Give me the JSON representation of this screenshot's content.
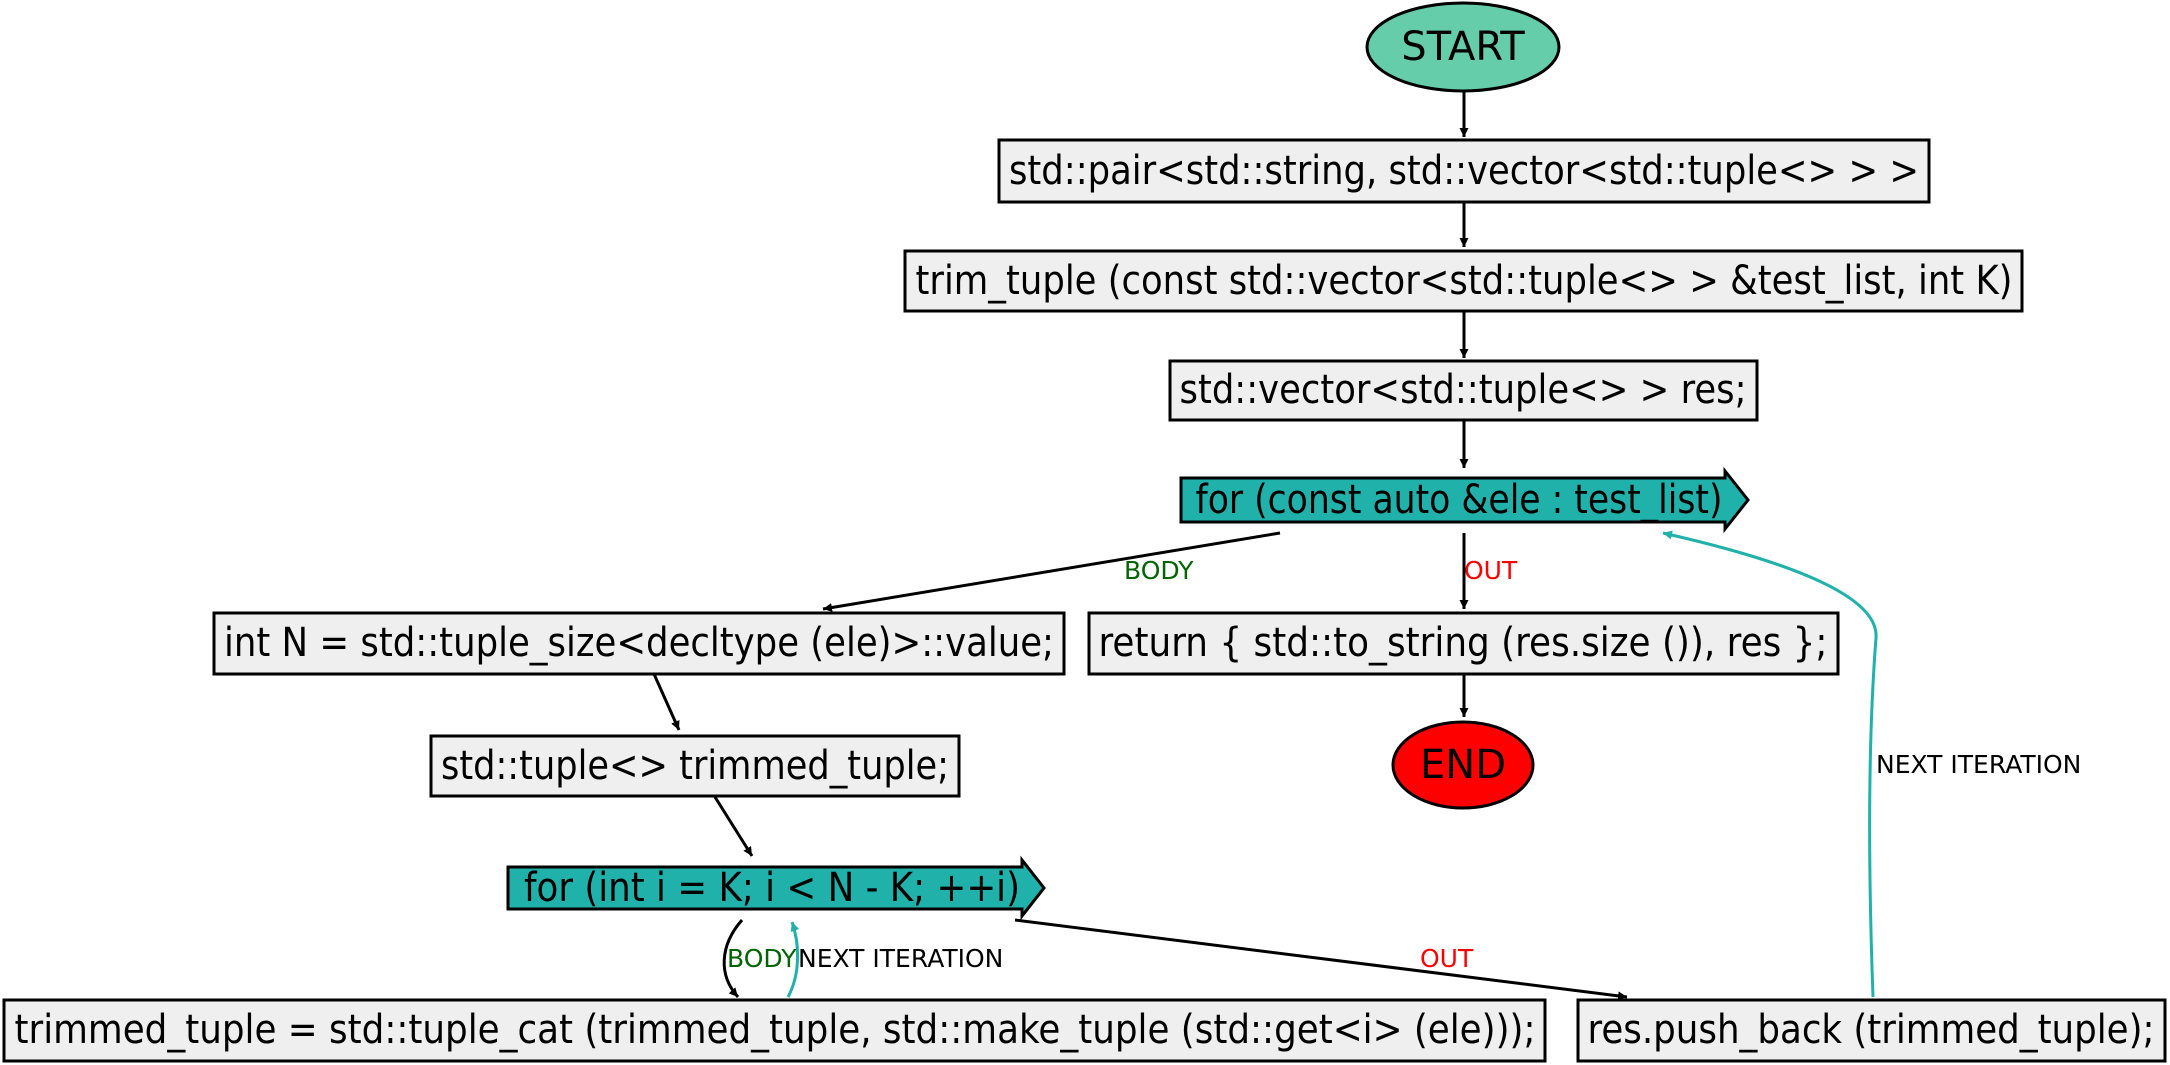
{
  "colors": {
    "start_fill": "#66cdaa",
    "end_fill": "#ff0000",
    "box_fill": "#efefef",
    "loop_fill": "#20b2aa",
    "edge_black": "#000000",
    "edge_teal": "#20b2aa",
    "label_body": "#006400",
    "label_out": "#ff0000",
    "label_next": "#000000"
  },
  "nodes": {
    "start": "START",
    "end": "END",
    "return_type": "std::pair<std::string, std::vector<std::tuple<> > >",
    "func_sig": "trim_tuple (const std::vector<std::tuple<> > &test_list, int K)",
    "res_decl": "std::vector<std::tuple<> > res;",
    "outer_loop": "for (const auto &ele : test_list)",
    "n_decl": "int N = std::tuple_size<decltype (ele)>::value;",
    "return_stmt": "return { std::to_string (res.size ()), res };",
    "trimmed_decl": "std::tuple<> trimmed_tuple;",
    "inner_loop": "for (int i = K; i < N - K; ++i)",
    "cat_stmt": "trimmed_tuple = std::tuple_cat (trimmed_tuple, std::make_tuple (std::get<i> (ele)));",
    "push_stmt": "res.push_back (trimmed_tuple);"
  },
  "edge_labels": {
    "outer_body": "BODY",
    "outer_out": "OUT",
    "outer_next": "NEXT ITERATION",
    "inner_body": "BODY",
    "inner_next": "NEXT ITERATION",
    "inner_out": "OUT"
  }
}
